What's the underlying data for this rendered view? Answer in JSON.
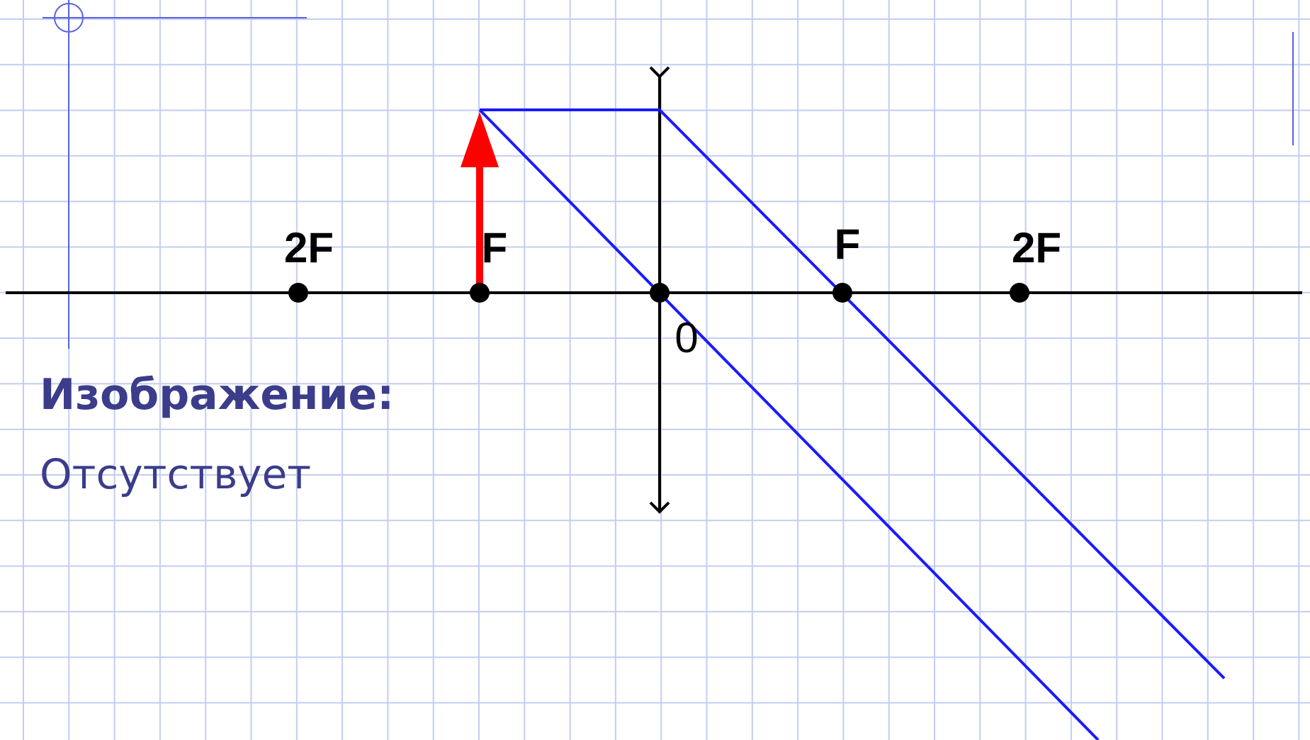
{
  "colors": {
    "background": "#ffffff",
    "grid_line": "#c3cdf2",
    "margin_line": "#5a63dd",
    "axis": "#000000",
    "ray": "#1a1aff",
    "object_arrow": "#ff0000",
    "text": "#3B3C8A"
  },
  "diagram": {
    "labels": {
      "left_2f": "2F",
      "left_f": "F",
      "right_f": "F",
      "right_2f": "2F",
      "origin": "0"
    }
  },
  "caption": {
    "heading": "Изображение:",
    "answer": "Отсутствует"
  }
}
